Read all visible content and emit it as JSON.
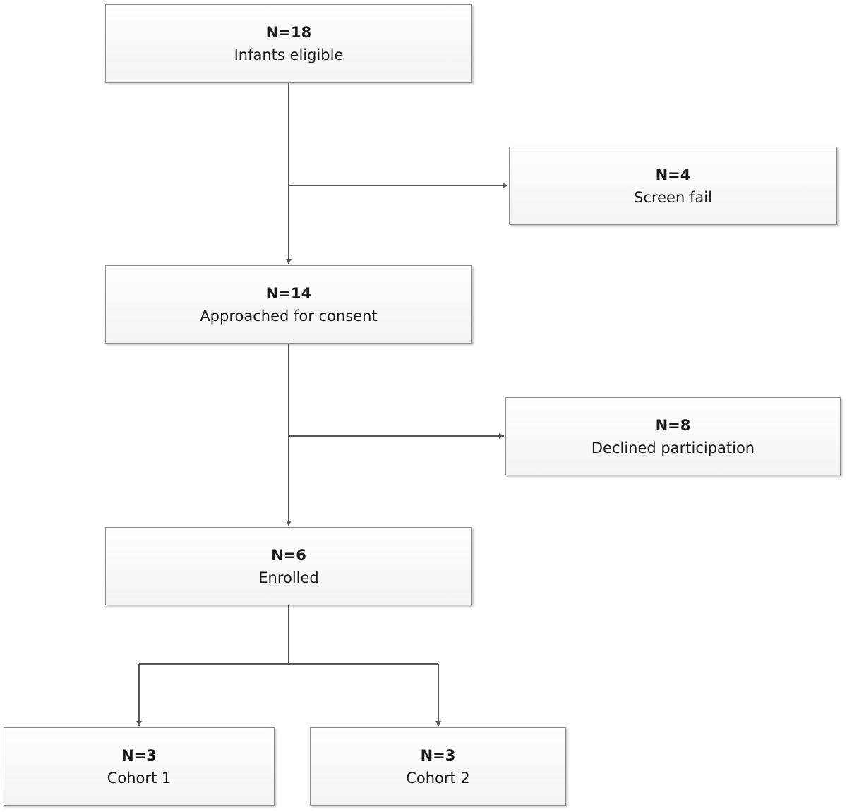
{
  "flowchart": {
    "nodes": [
      {
        "id": "eligible",
        "count": "N=18",
        "label": "Infants eligible"
      },
      {
        "id": "screen_fail",
        "count": "N=4",
        "label": "Screen fail"
      },
      {
        "id": "approached",
        "count": "N=14",
        "label": "Approached for consent"
      },
      {
        "id": "declined",
        "count": "N=8",
        "label": "Declined participation"
      },
      {
        "id": "enrolled",
        "count": "N=6",
        "label": "Enrolled"
      },
      {
        "id": "cohort1",
        "count": "N=3",
        "label": "Cohort 1"
      },
      {
        "id": "cohort2",
        "count": "N=3",
        "label": "Cohort 2"
      }
    ],
    "edges": [
      {
        "from": "eligible",
        "to": "approached"
      },
      {
        "from": "eligible",
        "to": "screen_fail"
      },
      {
        "from": "approached",
        "to": "enrolled"
      },
      {
        "from": "approached",
        "to": "declined"
      },
      {
        "from": "enrolled",
        "to": "cohort1"
      },
      {
        "from": "enrolled",
        "to": "cohort2"
      }
    ]
  },
  "colors": {
    "line": "#555555",
    "box_border": "#8a8a8a"
  }
}
